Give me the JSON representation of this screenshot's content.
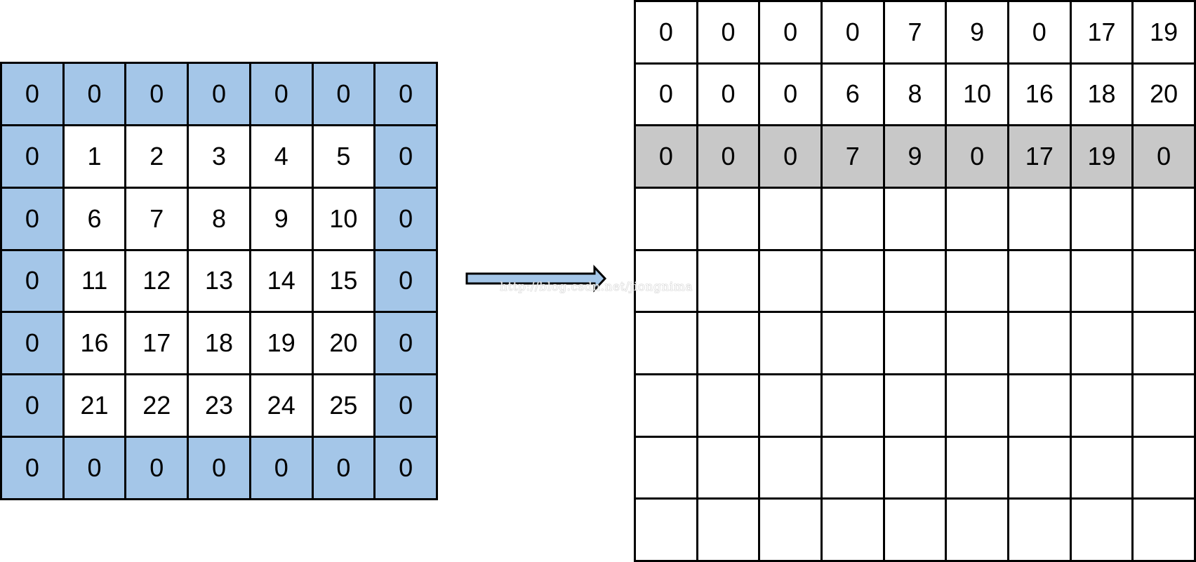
{
  "colors": {
    "padding": "#a4c6e8",
    "highlight_row": "#c8c8c8",
    "arrow_fill": "#a4c6e8",
    "border": "#000000"
  },
  "input_grid": {
    "rows": [
      [
        "0",
        "0",
        "0",
        "0",
        "0",
        "0",
        "0"
      ],
      [
        "0",
        "1",
        "2",
        "3",
        "4",
        "5",
        "0"
      ],
      [
        "0",
        "6",
        "7",
        "8",
        "9",
        "10",
        "0"
      ],
      [
        "0",
        "11",
        "12",
        "13",
        "14",
        "15",
        "0"
      ],
      [
        "0",
        "16",
        "17",
        "18",
        "19",
        "20",
        "0"
      ],
      [
        "0",
        "21",
        "22",
        "23",
        "24",
        "25",
        "0"
      ],
      [
        "0",
        "0",
        "0",
        "0",
        "0",
        "0",
        "0"
      ]
    ]
  },
  "output_grid": {
    "highlighted_row": 2,
    "rows": [
      [
        "0",
        "0",
        "0",
        "0",
        "7",
        "9",
        "0",
        "17",
        "19"
      ],
      [
        "0",
        "0",
        "0",
        "6",
        "8",
        "10",
        "16",
        "18",
        "20"
      ],
      [
        "0",
        "0",
        "0",
        "7",
        "9",
        "0",
        "17",
        "19",
        "0"
      ],
      [
        "",
        "",
        "",
        "",
        "",
        "",
        "",
        "",
        ""
      ],
      [
        "",
        "",
        "",
        "",
        "",
        "",
        "",
        "",
        ""
      ],
      [
        "",
        "",
        "",
        "",
        "",
        "",
        "",
        "",
        ""
      ],
      [
        "",
        "",
        "",
        "",
        "",
        "",
        "",
        "",
        ""
      ],
      [
        "",
        "",
        "",
        "",
        "",
        "",
        "",
        "",
        ""
      ],
      [
        "",
        "",
        "",
        "",
        "",
        "",
        "",
        "",
        ""
      ]
    ]
  },
  "watermark": "http://blog.csdn.net/jiongnima"
}
